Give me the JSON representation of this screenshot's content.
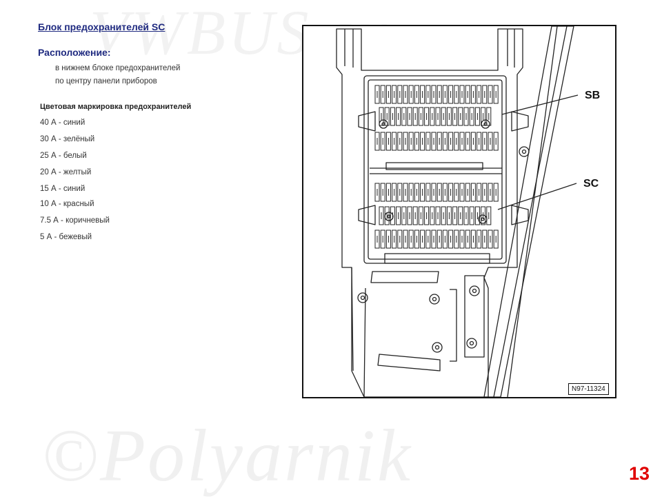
{
  "watermarks": {
    "top": "VWBUS.su",
    "bottom": "©Polyarnik"
  },
  "header": {
    "title": "Блок предохранителей  SC"
  },
  "location": {
    "heading": "Расположение:",
    "lines": [
      "в нижнем блоке предохранителей",
      "по центру панели приборов"
    ]
  },
  "color_coding": {
    "heading": "Цветовая  маркировка  предохранителей",
    "items": [
      "40 А - синий",
      "30 А - зелёный",
      "25 А - белый",
      "20 А - желтый",
      "15 А - синий",
      "10 А - красный",
      "7.5 А - коричневый",
      "5 А - бежевый"
    ]
  },
  "diagram": {
    "callouts": {
      "sb": "SB",
      "sc": "SC"
    },
    "figure_code": "N97-11324"
  },
  "page": {
    "number": "13"
  },
  "colors": {
    "title": "#1f2a80",
    "page_number": "#e00000"
  }
}
